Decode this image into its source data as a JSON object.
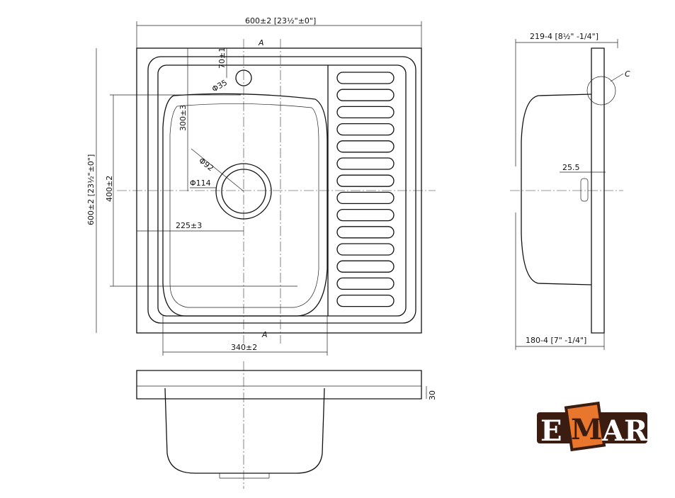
{
  "dimensions": {
    "top_width": "600±2 [23½\"±0\"]",
    "left_height": "600±2 [23½\"±0\"]",
    "tap_offset": "70±1",
    "tap_hole": "Φ35",
    "drain_from_top": "300±3",
    "drain_inner": "Φ92",
    "drain_outer": "Φ114",
    "bowl_height": "400±2",
    "drain_from_left": "225±3",
    "bowl_width": "340±2",
    "section_mark": "A",
    "side_top": "219-4 [8½\" -1/4\"]",
    "side_bottom": "180-4 [7\" -1/4\"]",
    "detail_mark": "C",
    "overflow_offset": "25.5",
    "rim_height": "30"
  },
  "logo": {
    "text": "EMAR",
    "colors": {
      "dark": "#3a1d10",
      "orange": "#e8762c"
    }
  }
}
